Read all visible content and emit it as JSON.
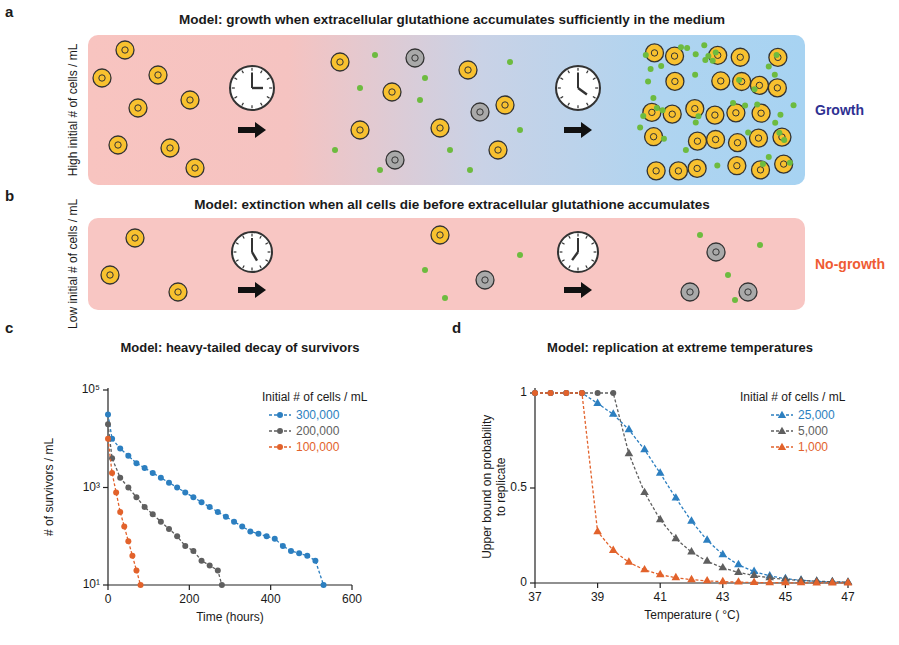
{
  "diagram": {
    "labels": [
      "a",
      "Model: growth when extracellular glutathione accumulates sufficiently in the medium",
      "High initial # of cells / mL",
      "Growth",
      "b",
      "Model: extinction when all cells die before extracellular glutathione accumulates",
      "Low initial # of cells / mL",
      "No-growth",
      "c",
      "Model: heavy-tailed decay of survivors",
      "# of survivors / mL",
      "10⁵",
      "10³",
      "10¹",
      "0",
      "200",
      "400",
      "600",
      "Time (hours)",
      "Initial # of cells / mL",
      "d",
      "Model: replication at extreme temperatures",
      "Upper bound on probability to replicate",
      "1",
      "0.5",
      "0",
      "37",
      "39",
      "41",
      "43",
      "45",
      "47",
      "Temperature ( °C)",
      "Initial # of cells / mL"
    ],
    "legend": [
      {
        "text": "300,000"
      },
      {
        "text": "200,000"
      },
      {
        "text": "100,000"
      },
      {
        "text": "25,000"
      },
      {
        "text": "5,000"
      },
      {
        "text": "1,000"
      }
    ]
  }
}
